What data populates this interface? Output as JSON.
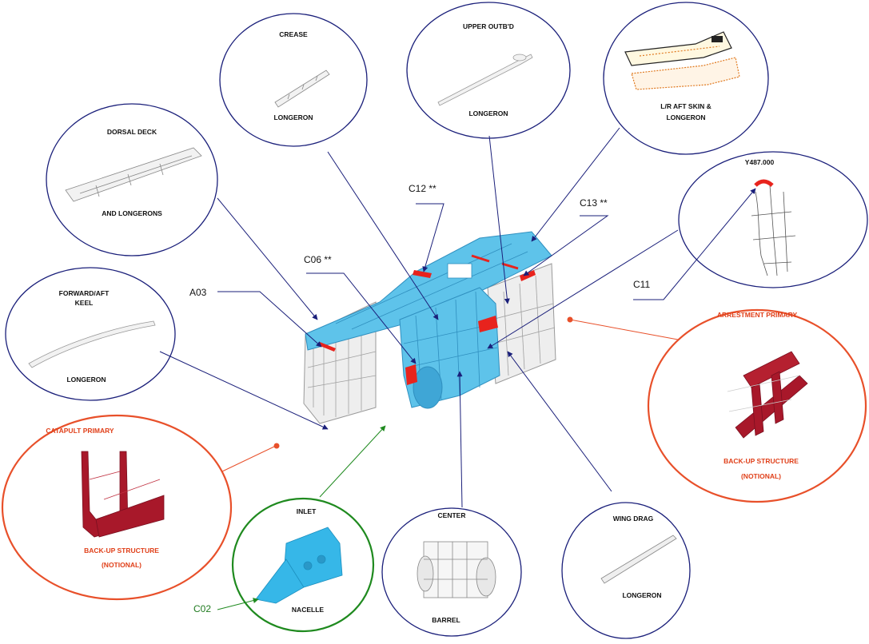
{
  "callouts": {
    "dorsal_deck": {
      "line1": "DORSAL DECK",
      "line2": "AND LONGERONS"
    },
    "crease": {
      "line1": "CREASE",
      "line2": "LONGERON"
    },
    "upper_outbd": {
      "line1": "UPPER OUTB'D",
      "line2": "LONGERON"
    },
    "lr_aft_skin": {
      "line1": "L/R AFT SKIN &",
      "line2": "LONGERON"
    },
    "y487": {
      "line1": "Y487.000"
    },
    "keel": {
      "line1": "FORWARD/AFT",
      "line2": "KEEL",
      "line3": "LONGERON"
    },
    "arrestment": {
      "title": "ARRESTMENT PRIMARY",
      "line1": "BACK-UP STRUCTURE",
      "line2": "(NOTIONAL)"
    },
    "catapult": {
      "title": "CATAPULT PRIMARY",
      "line1": "BACK-UP STRUCTURE",
      "line2": "(NOTIONAL)"
    },
    "inlet": {
      "line1": "INLET",
      "line2": "NACELLE"
    },
    "center": {
      "line1": "CENTER",
      "line2": "BARREL"
    },
    "wing_drag": {
      "line1": "WING DRAG",
      "line2": "LONGERON"
    }
  },
  "refs": {
    "a03": "A03",
    "c06": "C06 **",
    "c12": "C12 **",
    "c13": "C13 **",
    "c11": "C11",
    "c02": "C02"
  },
  "colors": {
    "navy": "#1a1f7a",
    "structure_blue": "#5ec3ea",
    "highlight_red": "#e8231d",
    "backup_red": "#a8182a",
    "orange_circle": "#e8502a",
    "green_circle": "#1f8a1f"
  }
}
